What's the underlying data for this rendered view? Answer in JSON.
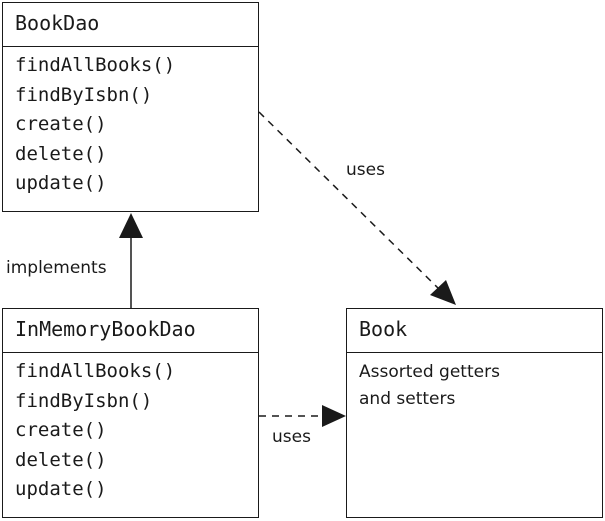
{
  "boxes": {
    "bookdao": {
      "name": "BookDao",
      "methods": [
        "findAllBooks()",
        "findByIsbn()",
        "create()",
        "delete()",
        "update()"
      ]
    },
    "inmemory": {
      "name": "InMemoryBookDao",
      "methods": [
        "findAllBooks()",
        "findByIsbn()",
        "create()",
        "delete()",
        "update()"
      ]
    },
    "book": {
      "name": "Book",
      "description": [
        "Assorted getters",
        "and setters"
      ]
    }
  },
  "relations": {
    "implements_label": "implements",
    "uses_top_label": "uses",
    "uses_bottom_label": "uses"
  }
}
